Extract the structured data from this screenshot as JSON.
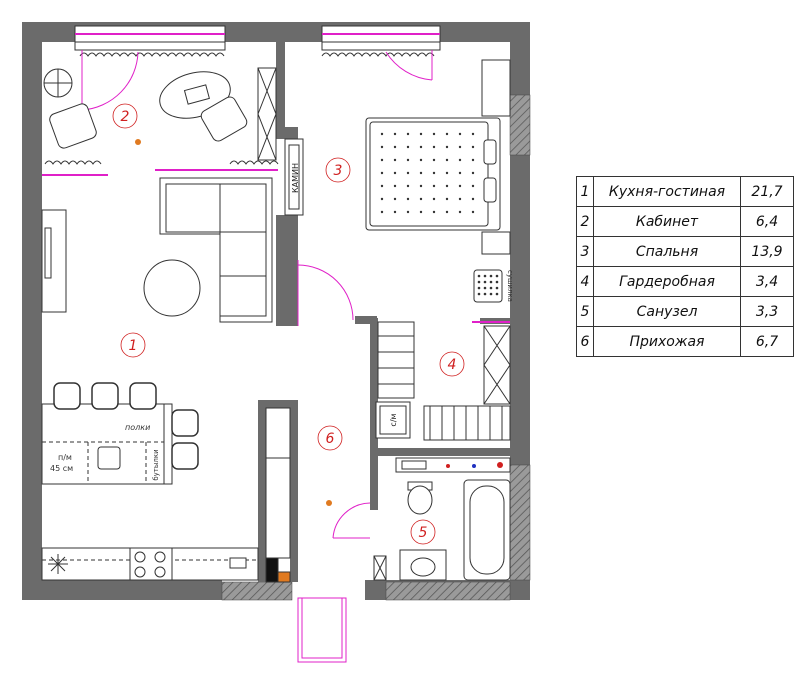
{
  "plan": {
    "room_markers": [
      {
        "id": "1"
      },
      {
        "id": "2"
      },
      {
        "id": "3"
      },
      {
        "id": "4"
      },
      {
        "id": "5"
      },
      {
        "id": "6"
      }
    ],
    "labels": {
      "fireplace": "КАМИН",
      "shelves": "полки",
      "dishwasher_note_1": "п/м",
      "dishwasher_note_2": "45 см",
      "bottle_rack": "бутылки",
      "washer": "с/м",
      "dryer": "сушилка"
    },
    "colors": {
      "wall": "#6b6b6b",
      "accent": "#e020c8",
      "marker_red": "#d02020",
      "marker_orange": "#e07a20"
    }
  },
  "legend": {
    "rows": [
      {
        "num": "1",
        "name": "Кухня-гостиная",
        "area": "21,7"
      },
      {
        "num": "2",
        "name": "Кабинет",
        "area": "6,4"
      },
      {
        "num": "3",
        "name": "Спальня",
        "area": "13,9"
      },
      {
        "num": "4",
        "name": "Гардеробная",
        "area": "3,4"
      },
      {
        "num": "5",
        "name": "Санузел",
        "area": "3,3"
      },
      {
        "num": "6",
        "name": "Прихожая",
        "area": "6,7"
      }
    ]
  }
}
